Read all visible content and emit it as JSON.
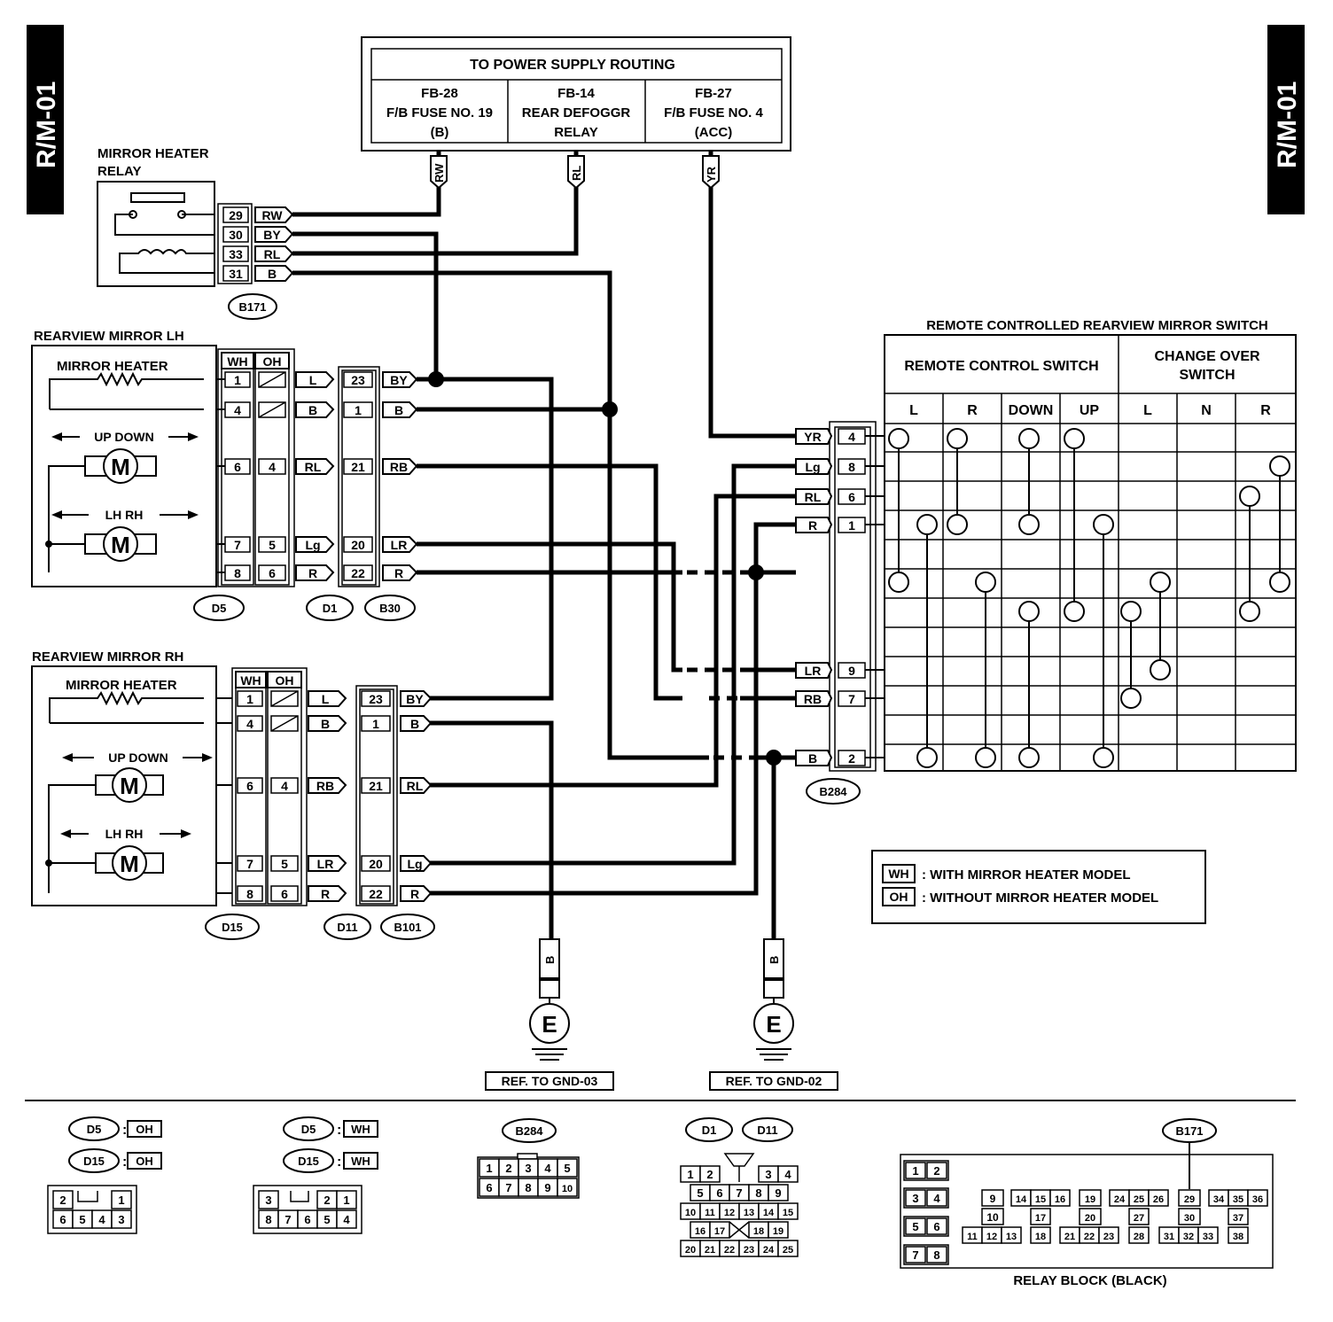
{
  "page_id": {
    "left": "R/M-01",
    "right": "R/M-01"
  },
  "power_supply": {
    "title": "TO POWER SUPPLY ROUTING",
    "cols": [
      {
        "l1": "FB-28",
        "l2": "F/B FUSE NO. 19",
        "l3": "(B)",
        "wire": "RW"
      },
      {
        "l1": "FB-14",
        "l2": "REAR DEFOGGR",
        "l3": "RELAY",
        "wire": "RL"
      },
      {
        "l1": "FB-27",
        "l2": "F/B FUSE NO. 4",
        "l3": "(ACC)",
        "wire": "YR"
      }
    ]
  },
  "relay": {
    "title1": "MIRROR HEATER",
    "title2": "RELAY",
    "pins": [
      "29",
      "30",
      "33",
      "31"
    ],
    "wires": [
      "RW",
      "BY",
      "RL",
      "B"
    ],
    "connector": "B171"
  },
  "mirror_lh": {
    "title": "REARVIEW MIRROR LH",
    "heater": "MIRROR HEATER",
    "updown": "UP  DOWN",
    "lhrh": "LH  RH",
    "motor": "M",
    "wh": "WH",
    "oh": "OH",
    "wh_pins": [
      "1",
      "4",
      "6",
      "7",
      "8"
    ],
    "oh_pins": [
      "4",
      "5",
      "6"
    ],
    "mid_wires": [
      "L",
      "B",
      "RL",
      "Lg",
      "R"
    ],
    "d_pins": [
      "23",
      "1",
      "21",
      "20",
      "22"
    ],
    "out_wires": [
      "BY",
      "B",
      "RB",
      "LR",
      "R"
    ],
    "conn": [
      "D5",
      "D1",
      "B30"
    ]
  },
  "mirror_rh": {
    "title": "REARVIEW MIRROR RH",
    "heater": "MIRROR HEATER",
    "updown": "UP  DOWN",
    "lhrh": "LH  RH",
    "motor": "M",
    "wh": "WH",
    "oh": "OH",
    "wh_pins": [
      "1",
      "4",
      "6",
      "7",
      "8"
    ],
    "oh_pins": [
      "4",
      "5",
      "6"
    ],
    "mid_wires": [
      "L",
      "B",
      "RB",
      "LR",
      "R"
    ],
    "d_pins": [
      "23",
      "1",
      "21",
      "20",
      "22"
    ],
    "out_wires": [
      "BY",
      "B",
      "RL",
      "Lg",
      "R"
    ],
    "conn": [
      "D15",
      "D11",
      "B101"
    ]
  },
  "switch": {
    "title": "REMOTE CONTROLLED REARVIEW MIRROR SWITCH",
    "remote": "REMOTE CONTROL SWITCH",
    "change1": "CHANGE OVER",
    "change2": "SWITCH",
    "cols": [
      "L",
      "R",
      "DOWN",
      "UP",
      "L",
      "N",
      "R"
    ],
    "wires": [
      "YR",
      "Lg",
      "RL",
      "R",
      "LR",
      "RB",
      "B"
    ],
    "pins": [
      "4",
      "8",
      "6",
      "1",
      "9",
      "7",
      "2"
    ],
    "connector": "B284"
  },
  "grounds": [
    {
      "wire": "B",
      "symbol": "E",
      "ref": "REF. TO GND-03"
    },
    {
      "wire": "B",
      "symbol": "E",
      "ref": "REF. TO GND-02"
    }
  ],
  "legend": [
    {
      "code": "WH",
      "text": ": WITH MIRROR HEATER MODEL"
    },
    {
      "code": "OH",
      "text": ": WITHOUT MIRROR HEATER MODEL"
    }
  ],
  "connectors": {
    "oh_group": {
      "top": "D5",
      "bottom": "D15",
      "tag": "OH",
      "row1": [
        "2",
        "1"
      ],
      "row2": [
        "6",
        "5",
        "4",
        "3"
      ]
    },
    "wh_group": {
      "top": "D5",
      "bottom": "D15",
      "tag": "WH",
      "row1": [
        "3",
        "2",
        "1"
      ],
      "row2": [
        "8",
        "7",
        "6",
        "5",
        "4"
      ]
    },
    "b284": {
      "label": "B284",
      "row1": [
        "1",
        "2",
        "3",
        "4",
        "5"
      ],
      "row2": [
        "6",
        "7",
        "8",
        "9",
        "10"
      ]
    },
    "d1d11": {
      "labels": [
        "D1",
        "D11"
      ],
      "row1": [
        "1",
        "2",
        "3",
        "4"
      ],
      "row2": [
        "5",
        "6",
        "7",
        "8",
        "9"
      ],
      "row3": [
        "10",
        "11",
        "12",
        "13",
        "14",
        "15"
      ],
      "row4": [
        "16",
        "17",
        "18",
        "19"
      ],
      "row5": [
        "20",
        "21",
        "22",
        "23",
        "24",
        "25"
      ]
    },
    "relay_block": {
      "label": "B171",
      "title": "RELAY BLOCK (BLACK)",
      "pairs": [
        [
          "1",
          "2"
        ],
        [
          "3",
          "4"
        ],
        [
          "5",
          "6"
        ],
        [
          "7",
          "8"
        ]
      ],
      "groups": [
        [
          "9",
          "10",
          "11",
          "12",
          "13"
        ],
        [
          "14",
          "15",
          "16",
          "17",
          "18"
        ],
        [
          "19",
          "20",
          "21",
          "22",
          "23"
        ],
        [
          "24",
          "25",
          "26",
          "27",
          "28"
        ],
        [
          "29",
          "30",
          "31",
          "32",
          "33"
        ],
        [
          "34",
          "35",
          "36",
          "37",
          "38"
        ]
      ]
    }
  }
}
